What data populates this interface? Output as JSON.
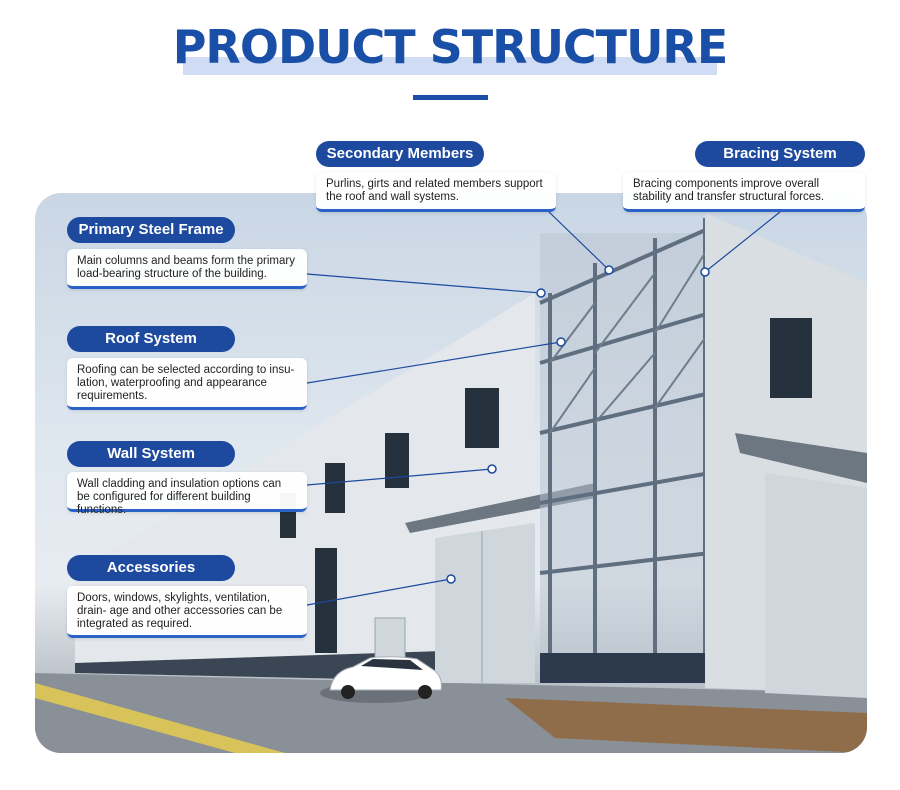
{
  "header": {
    "title": "PRODUCT STRUCTURE"
  },
  "callouts": {
    "primary": {
      "label": "Primary Steel Frame",
      "text": "Main columns and beams form the primary load-bearing structure of the building."
    },
    "roof": {
      "label": "Roof System",
      "text": "Roofing can be selected according to insu- lation, waterproofing and appearance requirements."
    },
    "wall": {
      "label": "Wall System",
      "text": "Wall cladding and insulation options can be configured for different building functions."
    },
    "accessories": {
      "label": "Accessories",
      "text": "Doors, windows, skylights, ventilation, drain- age and other accessories can be integrated as required."
    },
    "secondary": {
      "label": "Secondary Members",
      "text": "Purlins, girts and related members support the roof and wall systems."
    },
    "bracing": {
      "label": "Bracing System",
      "text": "Bracing components improve overall stability and transfer structural forces."
    }
  },
  "colors": {
    "brand": "#1d4a9f",
    "title": "#1a4fa8"
  }
}
